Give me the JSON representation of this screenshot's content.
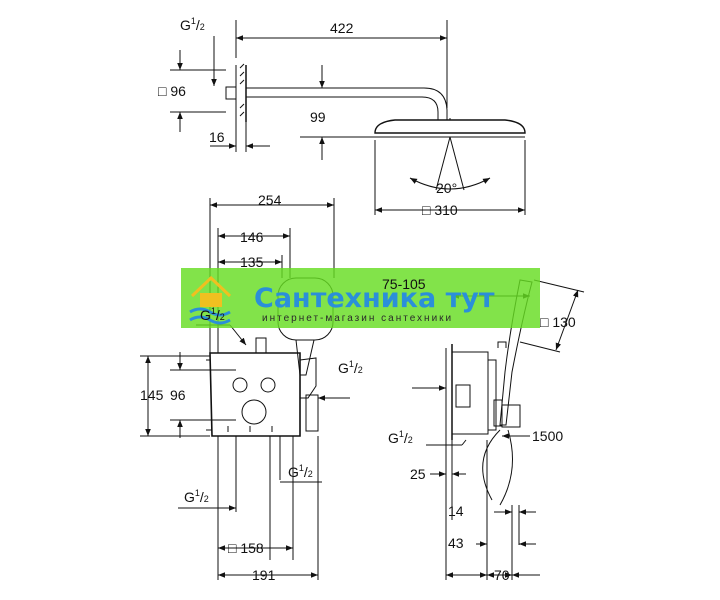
{
  "diagram": {
    "labels": {
      "g_half": "G",
      "fraction": "1/2",
      "sup_num": "1",
      "sup_den": "2",
      "d422": "422",
      "d96_sq": "□ 96",
      "d99": "99",
      "d16": "16",
      "d20deg": "20°",
      "d310_sq": "□ 310",
      "d254": "254",
      "d146": "146",
      "d135": "135",
      "d75_105": "75-105",
      "d130_sq": "□ 130",
      "d145": "145",
      "d96": "96",
      "d1500": "1500",
      "d25": "25",
      "d14": "14",
      "d43": "43",
      "d158_sq": "□ 158",
      "d191": "191",
      "d70": "70"
    }
  },
  "watermark": {
    "title": "Сантехника тут",
    "subtitle": "интернет-магазин сантехники",
    "bg_color": "#66dd22",
    "title_color": "#2b8fd9"
  }
}
